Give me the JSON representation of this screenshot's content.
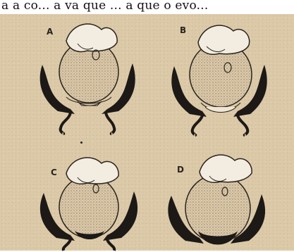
{
  "caption": "a a co... a va que ... a que o evo...",
  "figure": {
    "panels": [
      {
        "letter": "A",
        "descent": "shallow"
      },
      {
        "letter": "B",
        "descent": "low"
      },
      {
        "letter": "C",
        "descent": "medium"
      },
      {
        "letter": "D",
        "descent": "deep"
      }
    ],
    "colors": {
      "paper": "#dcc9a8",
      "ink": "#1c1916",
      "stipple": "#8a7c6a"
    }
  }
}
